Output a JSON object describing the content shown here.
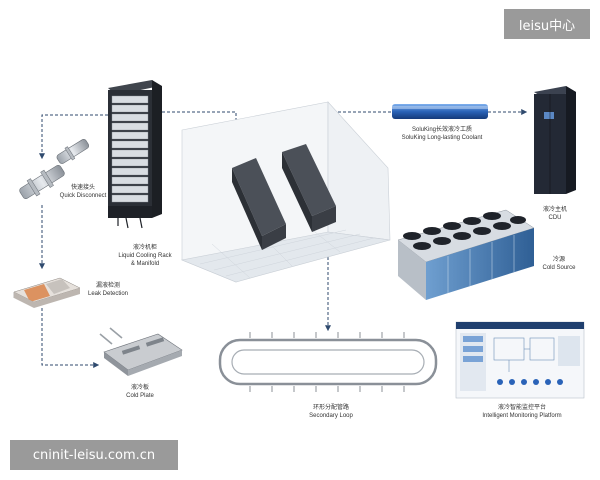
{
  "watermark_top": "leisu中心",
  "watermark_bottom": "cninit-leisu.com.cn",
  "nodes": {
    "quick_disconnect": {
      "cn": "快速接头",
      "en": "Quick Disconnect"
    },
    "rack": {
      "cn": "液冷机柜",
      "en1": "Liquid Cooling Rack",
      "en2": "& Manifold"
    },
    "leak": {
      "cn": "漏液检测",
      "en": "Leak Detection"
    },
    "cold_plate": {
      "cn": "液冷板",
      "en": "Cold Plate"
    },
    "coolant": {
      "cn": "SoluKing长效液冷工质",
      "en": "SoluKing Long-lasting Coolant"
    },
    "cdu": {
      "cn": "液冷主机",
      "en": "CDU"
    },
    "cold_source": {
      "cn": "冷源",
      "en": "Cold Source"
    },
    "secondary_loop": {
      "cn": "环形分配管路",
      "en": "Secondary Loop"
    },
    "monitoring": {
      "cn": "液冷智能监控平台",
      "en": "Intelligent Monitoring Platform"
    }
  },
  "colors": {
    "arrow": "#2f4a6e",
    "coolant_pipe": "#2a63b8",
    "rack_dark": "#2b2f36",
    "fan_unit": "#4a7fb5"
  }
}
